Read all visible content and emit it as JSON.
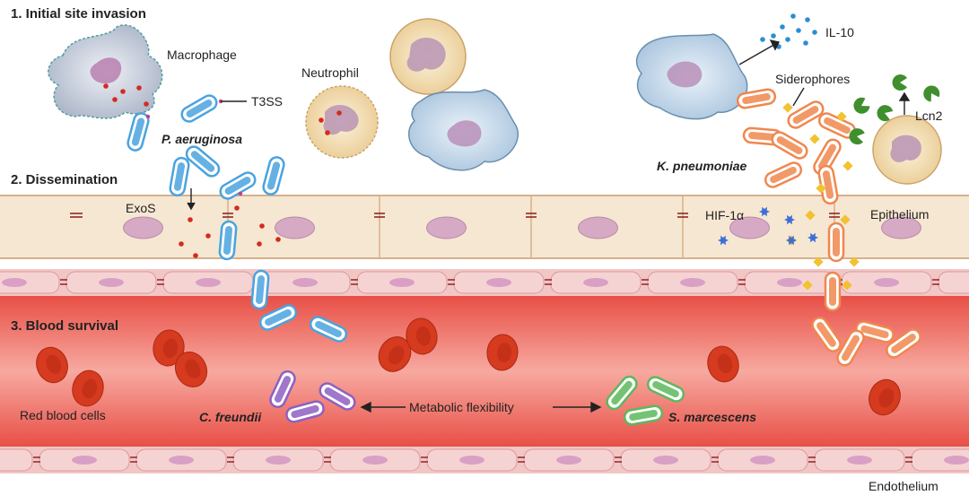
{
  "sections": {
    "s1": "1. Initial site invasion",
    "s2": "2. Dissemination",
    "s3": "3. Blood survival"
  },
  "cells": {
    "macrophage": "Macrophage",
    "neutrophil": "Neutrophil",
    "rbc": "Red blood cells",
    "epithelium": "Epithelium",
    "endothelium": "Endothelium"
  },
  "bacteria": {
    "pa": "P. aeruginosa",
    "kp": "K. pneumoniae",
    "cf": "C. freundii",
    "sm": "S. marcescens"
  },
  "factors": {
    "t3ss": "T3SS",
    "exos": "ExoS",
    "il10": "IL-10",
    "siderophores": "Siderophores",
    "lcn2": "Lcn2",
    "hif": "HIF-1α",
    "metabolic": "Metabolic flexibility"
  },
  "colors": {
    "pa": "#4aa3df",
    "kp": "#f0874e",
    "cf": "#8e5fc2",
    "sm": "#5cb85c",
    "rbc": "#d63a1f",
    "epithelium": "#f6e7d2",
    "endothelium": "#f3c6c6",
    "blood": "#ee6a62",
    "siderophore": "#f2c230",
    "lcn2": "#3f8f2f",
    "hif": "#3b6fd6",
    "il10": "#2a8fd0"
  }
}
